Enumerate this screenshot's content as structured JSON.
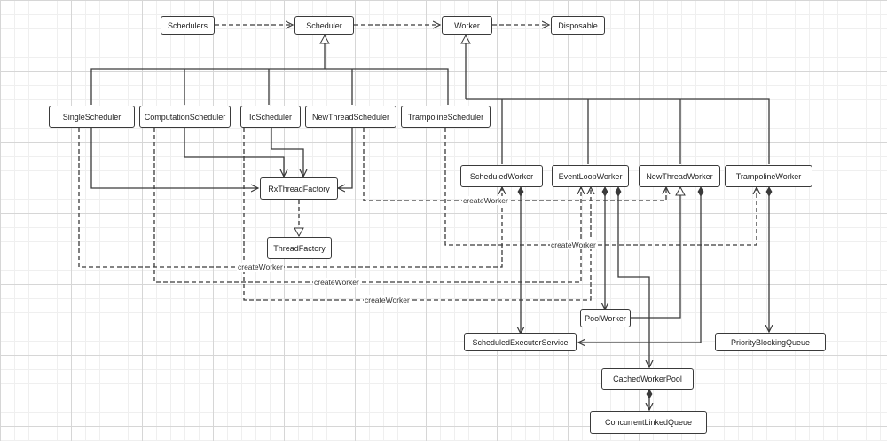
{
  "nodes": {
    "schedulers": "Schedulers",
    "scheduler": "Scheduler",
    "worker": "Worker",
    "disposable": "Disposable",
    "single_scheduler": "SingleScheduler",
    "computation_scheduler": "ComputationScheduler",
    "io_scheduler": "IoScheduler",
    "new_thread_scheduler": "NewThreadScheduler",
    "trampoline_scheduler": "TrampolineScheduler",
    "rx_thread_factory": "RxThreadFactory",
    "thread_factory": "ThreadFactory",
    "scheduled_worker": "ScheduledWorker",
    "event_loop_worker": "EventLoopWorker",
    "new_thread_worker": "NewThreadWorker",
    "trampoline_worker": "TrampolineWorker",
    "pool_worker": "PoolWorker",
    "scheduled_executor_service": "ScheduledExecutorService",
    "priority_blocking_queue": "PriorityBlockingQueue",
    "cached_worker_pool": "CachedWorkerPool",
    "concurrent_linked_queue": "ConcurrentLinkedQueue"
  },
  "edge_labels": {
    "new_thread_create_worker": "createWorker",
    "trampoline_create_worker": "createWorker",
    "single_create_worker": "createWorker",
    "computation_create_worker": "createWorker",
    "io_create_worker": "createWorker"
  },
  "colors": {
    "line": "#3a3a3a",
    "grid_major": "#d6d6d6",
    "grid_minor": "#efefef"
  }
}
